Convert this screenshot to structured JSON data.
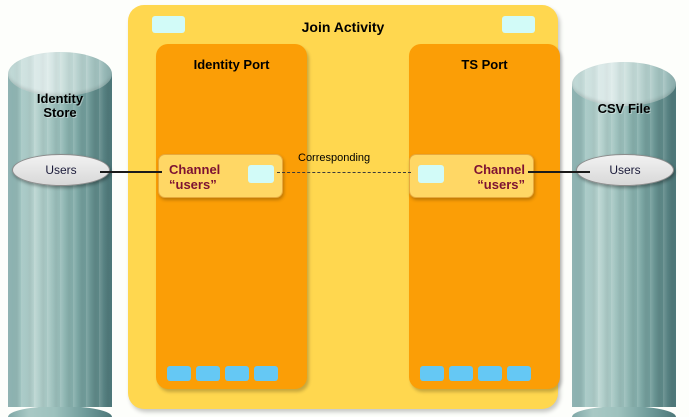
{
  "diagram": {
    "title": "Join Activity",
    "background_color": "#fdfefb"
  },
  "activity": {
    "label": "Join Activity",
    "color": "#ffd74f",
    "tabs": [
      {
        "name": "activity-tab-left",
        "color": "#d2fbf8"
      },
      {
        "name": "activity-tab-right",
        "color": "#d2fbf8"
      }
    ]
  },
  "ports": [
    {
      "title": "Identity Port",
      "color": "#fb9e06",
      "channel": {
        "line1": "Channel",
        "line2": "“users”",
        "color": "#ffd765",
        "text_color": "#7d1232"
      },
      "chips": 4,
      "chip_color": "#65c8f4"
    },
    {
      "title": "TS Port",
      "color": "#fb9e06",
      "channel": {
        "line1": "Channel",
        "line2": "“users”",
        "color": "#ffd765",
        "text_color": "#7d1232"
      },
      "chips": 4,
      "chip_color": "#65c8f4"
    }
  ],
  "connector": {
    "label": "Corresponding",
    "style": "dashed"
  },
  "stores": [
    {
      "name": "identity-store",
      "label_line1": "Identity",
      "label_line2": "Store",
      "table_label": "Users",
      "color": "#9dc1bd"
    },
    {
      "name": "csv-file",
      "label_line1": "CSV File",
      "label_line2": "",
      "table_label": "Users",
      "color": "#9dc1bd"
    }
  ]
}
